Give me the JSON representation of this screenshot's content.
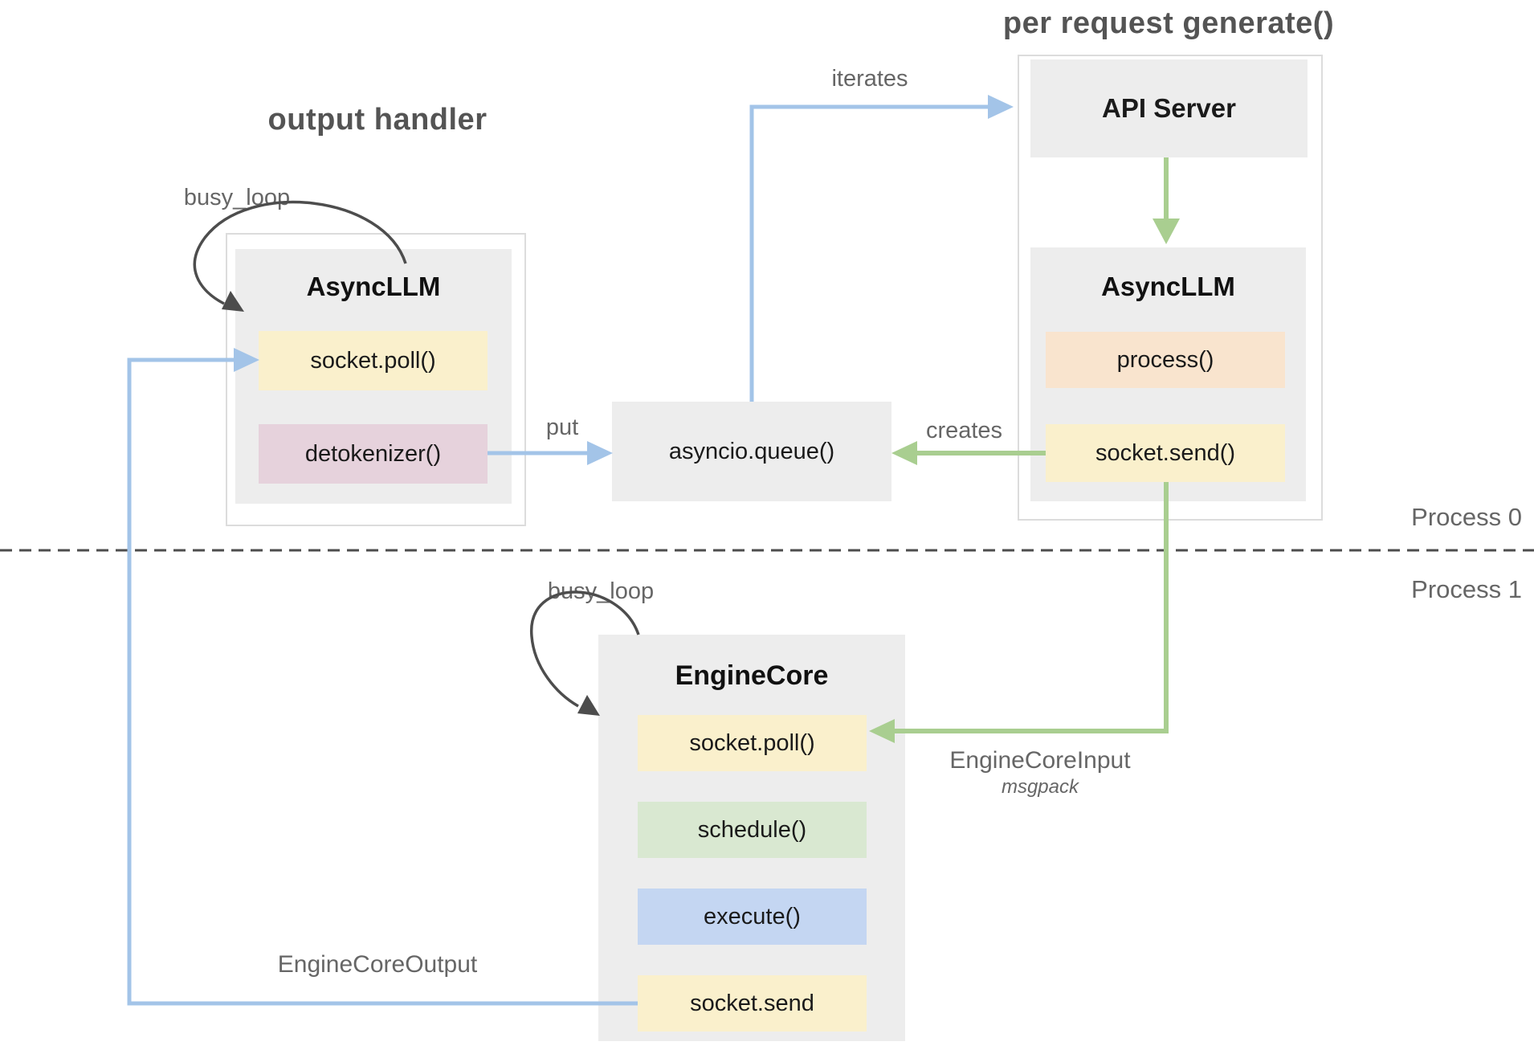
{
  "colors": {
    "blue_arrow": "#A3C4E8",
    "green_arrow": "#A9CE90",
    "loop_arrow": "#4d4d4d",
    "yellow": "#FAF0CC",
    "pink": "#E6D2DC",
    "orange": "#F9E4CE",
    "green_box": "#D9E8D1",
    "blue_box": "#C4D6F2",
    "panel": "#EDEDED",
    "outline": "#DCDCDC",
    "label_gray": "#666666",
    "heading_gray": "#545454"
  },
  "labels": {
    "output_handler": "output handler",
    "per_request_generate": "per request generate()",
    "busy_loop_top": "busy_loop",
    "busy_loop_bottom": "busy_loop",
    "iterates": "iterates",
    "put": "put",
    "creates": "creates",
    "process_0": "Process 0",
    "process_1": "Process 1",
    "engine_core_input": "EngineCoreInput",
    "engine_core_input_format": "msgpack",
    "engine_core_output": "EngineCoreOutput"
  },
  "nodes": {
    "async_llm_left": {
      "title": "AsyncLLM",
      "items": [
        "socket.poll()",
        "detokenizer()"
      ]
    },
    "queue": {
      "title": "asyncio.queue()"
    },
    "api_server": {
      "title": "API Server"
    },
    "async_llm_right": {
      "title": "AsyncLLM",
      "items": [
        "process()",
        "socket.send()"
      ]
    },
    "engine_core": {
      "title": "EngineCore",
      "items": [
        "socket.poll()",
        "schedule()",
        "execute()",
        "socket.send"
      ]
    }
  }
}
